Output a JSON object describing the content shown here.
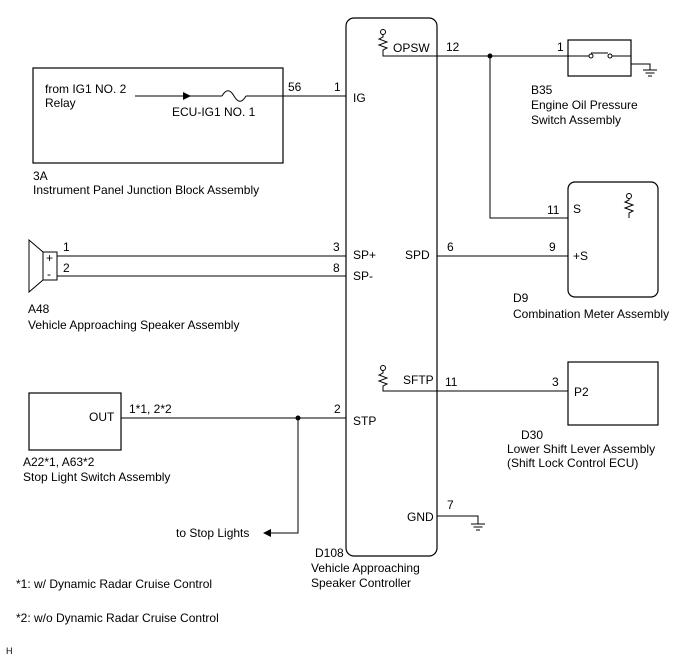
{
  "corner_label": "H",
  "controller": {
    "code": "D108",
    "name_line1": "Vehicle Approaching",
    "name_line2": "Speaker Controller",
    "terminals": {
      "opsw": "OPSW",
      "ig": "IG",
      "sp_plus": "SP+",
      "sp_minus": "SP-",
      "stp": "STP",
      "spd": "SPD",
      "sftp": "SFTP",
      "gnd": "GND"
    },
    "pins": {
      "opsw": "12",
      "ig": "1",
      "sp_plus": "3",
      "sp_minus": "8",
      "stp": "2",
      "spd": "6",
      "sftp": "11",
      "gnd": "7"
    }
  },
  "junction_block": {
    "code": "3A",
    "name": "Instrument Panel Junction Block Assembly",
    "source_line1": "from IG1 NO. 2",
    "source_line2": "Relay",
    "fuse": "ECU-IG1 NO. 1",
    "pin": "56"
  },
  "speaker": {
    "code": "A48",
    "name": "Vehicle Approaching Speaker Assembly",
    "plus": "+",
    "minus": "-",
    "pin_plus": "1",
    "pin_minus": "2"
  },
  "stop_light_switch": {
    "code": "A22*1, A63*2",
    "name": "Stop Light Switch Assembly",
    "terminal": "OUT",
    "pin": "1*1, 2*2",
    "branch": "to Stop Lights"
  },
  "oil_pressure_switch": {
    "code": "B35",
    "name_line1": "Engine Oil Pressure",
    "name_line2": "Switch Assembly",
    "pin": "1"
  },
  "combination_meter": {
    "code": "D9",
    "name": "Combination Meter Assembly",
    "terminal_s": "S",
    "terminal_plus_s": "+S",
    "pin_s": "11",
    "pin_plus_s": "9"
  },
  "shift_lever": {
    "code": "D30",
    "name_line1": "Lower Shift Lever Assembly",
    "name_line2": "(Shift Lock Control ECU)",
    "terminal": "P2",
    "pin": "3"
  },
  "footnotes": {
    "note1": "*1: w/ Dynamic Radar Cruise Control",
    "note2": "*2: w/o Dynamic Radar Cruise Control"
  }
}
